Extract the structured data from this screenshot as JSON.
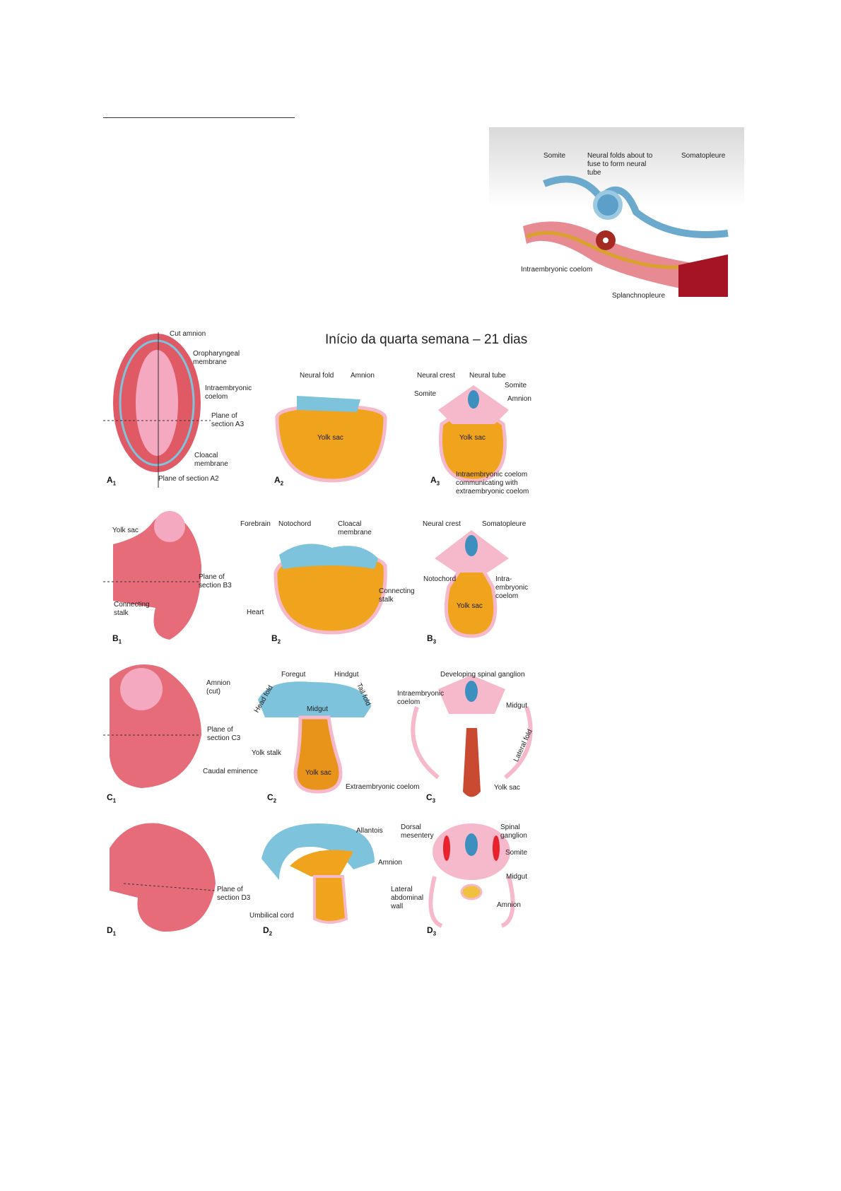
{
  "top_figure": {
    "labels": {
      "somite": "Somite",
      "neural_folds": "Neural folds about to fuse to form neural tube",
      "somatopleure": "Somatopleure",
      "intraembryonic_coelom": "Intraembryonic coelom",
      "splanchnopleure": "Splanchnopleure"
    }
  },
  "main_figure": {
    "title": "Início da quarta semana – 21 dias",
    "panels": {
      "A1": {
        "letter": "A",
        "sub": "1",
        "labels": [
          "Cut amnion",
          "Oropharyngeal membrane",
          "Intraembryonic coelom",
          "Plane of section A3",
          "Cloacal membrane",
          "Plane of section A2"
        ]
      },
      "A2": {
        "letter": "A",
        "sub": "2",
        "labels": [
          "Neural fold",
          "Amnion",
          "Yolk sac"
        ]
      },
      "A3": {
        "letter": "A",
        "sub": "3",
        "labels": [
          "Neural crest",
          "Neural tube",
          "Somite",
          "Somite",
          "Amnion",
          "Yolk sac",
          "Intraembryonic coelom communicating with extraembryonic coelom"
        ]
      },
      "B1": {
        "letter": "B",
        "sub": "1",
        "labels": [
          "Yolk sac",
          "Plane of section B3",
          "Connecting stalk"
        ]
      },
      "B2": {
        "letter": "B",
        "sub": "2",
        "labels": [
          "Forebrain",
          "Notochord",
          "Cloacal membrane",
          "Heart",
          "Connecting stalk"
        ]
      },
      "B3": {
        "letter": "B",
        "sub": "3",
        "labels": [
          "Neural crest",
          "Somatopleure",
          "Notochord",
          "Intra-embryonic coelom",
          "Yolk sac"
        ]
      },
      "C1": {
        "letter": "C",
        "sub": "1",
        "labels": [
          "Amnion (cut)",
          "Plane of section C3",
          "Caudal eminence"
        ]
      },
      "C2": {
        "letter": "C",
        "sub": "2",
        "labels": [
          "Foregut",
          "Hindgut",
          "Head fold",
          "Tail fold",
          "Midgut",
          "Yolk stalk",
          "Yolk sac",
          "Extraembryonic coelom"
        ]
      },
      "C3": {
        "letter": "C",
        "sub": "3",
        "labels": [
          "Developing spinal ganglion",
          "Intraembryonic coelom",
          "Midgut",
          "Lateral fold",
          "Yolk sac"
        ]
      },
      "D1": {
        "letter": "D",
        "sub": "1",
        "labels": [
          "Plane of section D3"
        ]
      },
      "D2": {
        "letter": "D",
        "sub": "2",
        "labels": [
          "Allantois",
          "Amnion",
          "Umbilical cord"
        ]
      },
      "D3": {
        "letter": "D",
        "sub": "3",
        "labels": [
          "Dorsal mesentery",
          "Spinal ganglion",
          "Somite",
          "Midgut",
          "Lateral abdominal wall",
          "Amnion"
        ]
      }
    }
  },
  "colors": {
    "embryo": "#e05a66",
    "yolk": "#f0a31c",
    "amnion": "#7ec3dc",
    "ectoderm": "#f6b9cb",
    "deep": "#b3182d"
  }
}
